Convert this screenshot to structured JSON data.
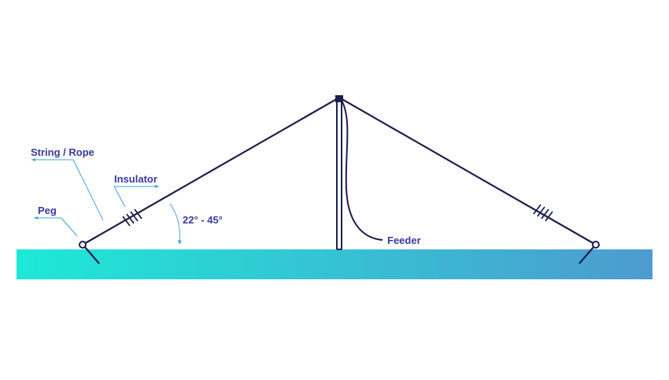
{
  "labels": {
    "string_rope": "String / Rope",
    "insulator": "Insulator",
    "peg": "Peg",
    "angle": "22° - 45°",
    "feeder": "Feeder"
  },
  "colors": {
    "line": "#1c1f4d",
    "label_text": "#3a3a9c",
    "pointer": "#4a9fdc",
    "ground_start": "#1de9d7",
    "ground_end": "#4d9bd0",
    "background": "#ffffff"
  },
  "icons": {
    "peg": "circle-with-stake",
    "insulator": "hash-coil"
  }
}
